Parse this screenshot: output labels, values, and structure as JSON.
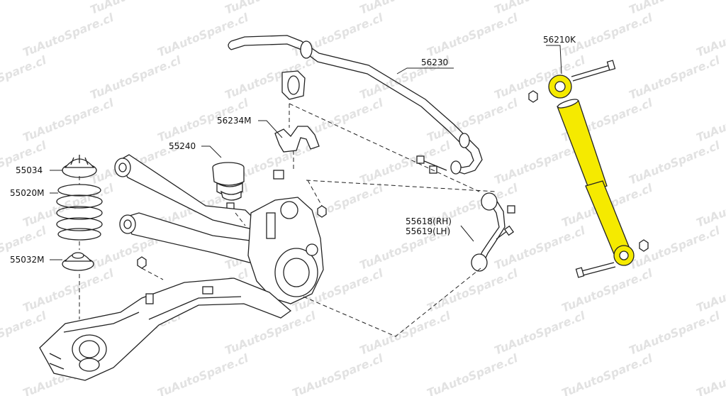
{
  "watermark": {
    "text": "TuAutoSpare.cl"
  },
  "parts": {
    "p56230": {
      "number": "56230"
    },
    "p56210k": {
      "number": "56210K"
    },
    "p56234m": {
      "number": "56234M"
    },
    "p55240": {
      "number": "55240"
    },
    "p55034": {
      "number": "55034"
    },
    "p55020m": {
      "number": "55020M"
    },
    "p55032m": {
      "number": "55032M"
    },
    "p55618": {
      "number": "55618(RH)"
    },
    "p55619": {
      "number": "55619(LH)"
    }
  },
  "colors": {
    "shock_absorber": "#f5ea00",
    "line": "#222222",
    "watermark": "#d9d9d9"
  }
}
